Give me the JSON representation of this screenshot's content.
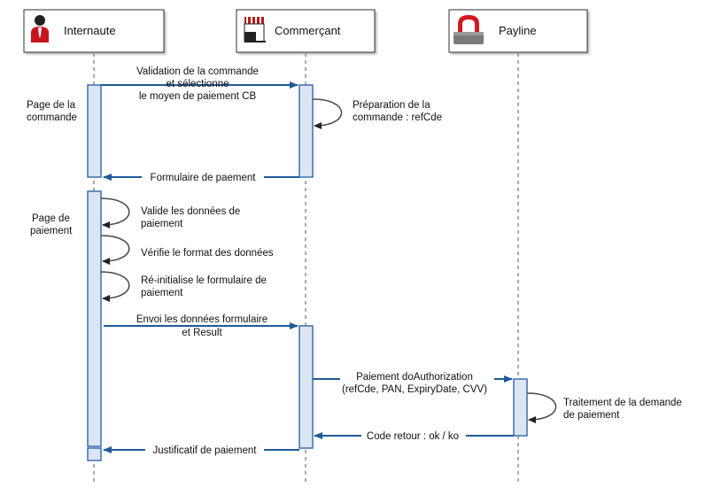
{
  "actors": [
    {
      "id": "internaute",
      "label": "Internaute",
      "icon": "user-icon"
    },
    {
      "id": "commercant",
      "label": "Commerçant",
      "icon": "shop-icon"
    },
    {
      "id": "payline",
      "label": "Payline",
      "icon": "padlock-icon"
    }
  ],
  "colors": {
    "arrow": "#1f5b99",
    "activation_fill": "#dce6f2",
    "activation_border": "#3b6fb0",
    "self_loop": "#4a4a4a"
  },
  "messages": {
    "validation": [
      "Validation de la commande",
      "et sélectionne",
      "le moyen de paiement CB"
    ],
    "formulaire": [
      "Formulaire de paement"
    ],
    "envoi": [
      "Envoi les données formulaire",
      "et Result"
    ],
    "paiement": [
      "Paiement doAuthorization",
      "(refCde, PAN, ExpiryDate, CVV)"
    ],
    "code_retour": [
      "Code retour : ok / ko"
    ],
    "justificatif": [
      "Justificatif de paiement"
    ]
  },
  "self_actions": {
    "preparation": [
      "Préparation de la",
      "commande : refCde"
    ],
    "valide": [
      "Valide les données de",
      "paiement"
    ],
    "verifie": [
      "Vérifie le format des données"
    ],
    "reinit": [
      "Ré-initialise le formulaire de",
      "paiement"
    ],
    "traitement": [
      "Traitement de la demande",
      "de paiement"
    ]
  },
  "notes": {
    "page_commande": [
      "Page de la",
      "commande"
    ],
    "page_paiement": [
      "Page de",
      "paiement"
    ]
  }
}
